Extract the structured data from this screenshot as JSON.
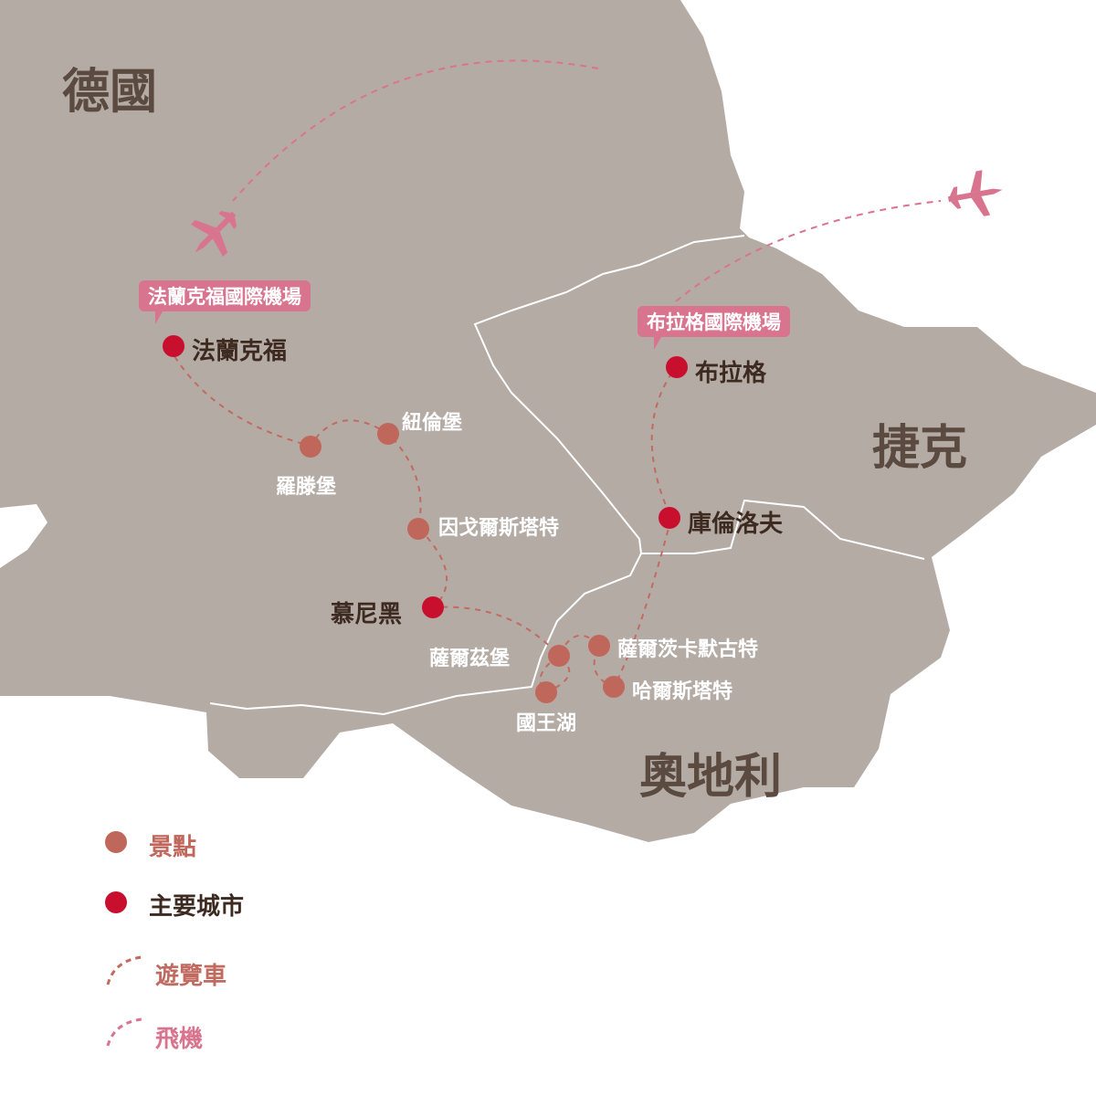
{
  "countries": {
    "germany": "德國",
    "czech": "捷克",
    "austria": "奧地利"
  },
  "airports": {
    "frankfurt": "法蘭克福國際機場",
    "prague": "布拉格國際機場"
  },
  "cities": {
    "frankfurt": "法蘭克福",
    "prague": "布拉格",
    "cesky_krumlov": "庫倫洛夫",
    "munich": "慕尼黑"
  },
  "sights": {
    "rothenburg": "羅滕堡",
    "nuremberg": "紐倫堡",
    "ingolstadt": "因戈爾斯塔特",
    "salzburg": "薩爾茲堡",
    "salzkammergut": "薩爾茨卡默古特",
    "hallstatt": "哈爾斯塔特",
    "konigssee": "國王湖"
  },
  "legend": {
    "sight": "景點",
    "city": "主要城市",
    "bus": "遊覽車",
    "plane": "飛機"
  },
  "colors": {
    "land": "#b5aba5",
    "sight": "#c0675c",
    "city": "#c8102e",
    "bus": "#c06a60",
    "plane": "#d9748e",
    "text": "#3d2a20"
  }
}
